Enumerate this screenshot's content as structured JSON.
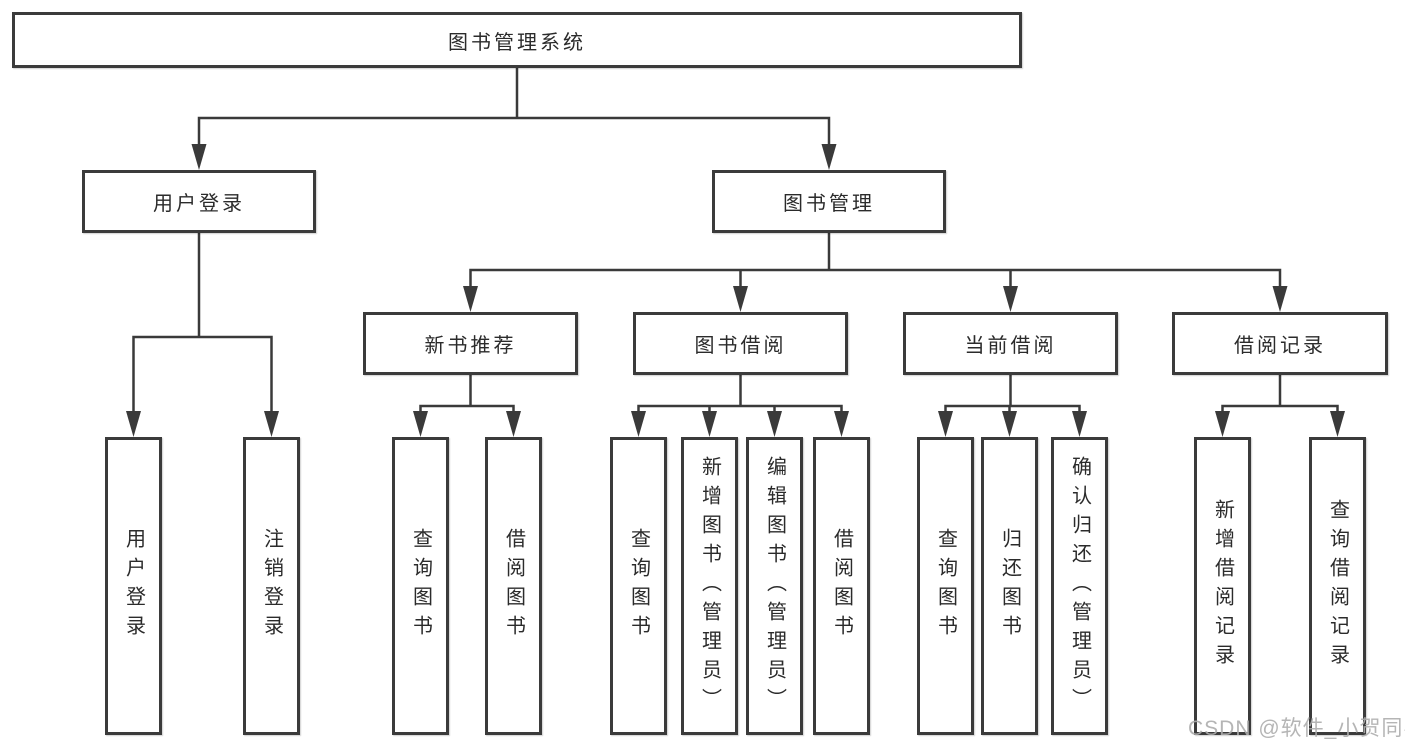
{
  "colors": {
    "background": "#ffffff",
    "line": "#3a3a3a",
    "box_border": "#3b3b3b",
    "text": "#2b2b2b",
    "watermark": "#adadad"
  },
  "watermark": {
    "text": "CSDN @软件_小贺同学"
  },
  "tree": {
    "root": {
      "label": "图书管理系统"
    },
    "branches": [
      {
        "label": "用户登录",
        "leaves": [
          {
            "label": "用户登录"
          },
          {
            "label": "注销登录"
          }
        ]
      },
      {
        "label": "图书管理",
        "groups": [
          {
            "label": "新书推荐",
            "leaves": [
              {
                "label": "查询图书"
              },
              {
                "label": "借阅图书"
              }
            ]
          },
          {
            "label": "图书借阅",
            "leaves": [
              {
                "label": "查询图书"
              },
              {
                "label": "新增图书（管理员）"
              },
              {
                "label": "编辑图书（管理员）"
              },
              {
                "label": "借阅图书"
              }
            ]
          },
          {
            "label": "当前借阅",
            "leaves": [
              {
                "label": "查询图书"
              },
              {
                "label": "归还图书"
              },
              {
                "label": "确认归还（管理员）"
              }
            ]
          },
          {
            "label": "借阅记录",
            "leaves": [
              {
                "label": "新增借阅记录"
              },
              {
                "label": "查询借阅记录"
              }
            ]
          }
        ]
      }
    ]
  }
}
